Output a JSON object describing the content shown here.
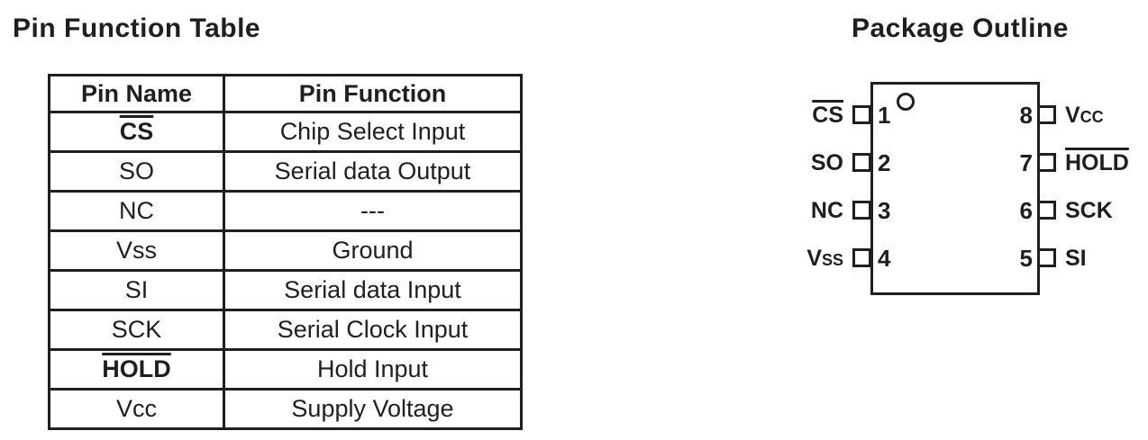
{
  "titles": {
    "left": "Pin Function Table",
    "right": "Package Outline"
  },
  "colors": {
    "ink": "#1f1f1f",
    "background": "#ffffff"
  },
  "pin_table": {
    "headers": [
      "Pin Name",
      "Pin Function"
    ],
    "rows": [
      {
        "name": "CS",
        "function": "Chip Select Input",
        "overline": true
      },
      {
        "name": "SO",
        "function": "Serial data Output",
        "overline": false
      },
      {
        "name": "NC",
        "function": "---",
        "overline": false
      },
      {
        "name": "Vss",
        "function": "Ground",
        "overline": false
      },
      {
        "name": "SI",
        "function": "Serial data Input",
        "overline": false
      },
      {
        "name": "SCK",
        "function": "Serial Clock Input",
        "overline": false
      },
      {
        "name": "HOLD",
        "function": "Hold Input",
        "overline": true
      },
      {
        "name": "Vcc",
        "function": "Supply Voltage",
        "overline": false
      }
    ]
  },
  "package": {
    "pin_count": 8,
    "pin1_indicator": "circle",
    "left_pins": [
      {
        "number": "1",
        "label": "CS",
        "overline": true
      },
      {
        "number": "2",
        "label": "SO",
        "overline": false
      },
      {
        "number": "3",
        "label": "NC",
        "overline": false
      },
      {
        "number": "4",
        "label": "Vss",
        "overline": false
      }
    ],
    "right_pins": [
      {
        "number": "8",
        "label": "Vcc",
        "overline": false
      },
      {
        "number": "7",
        "label": "HOLD",
        "overline": true
      },
      {
        "number": "6",
        "label": "SCK",
        "overline": false
      },
      {
        "number": "5",
        "label": "SI",
        "overline": false
      }
    ]
  }
}
